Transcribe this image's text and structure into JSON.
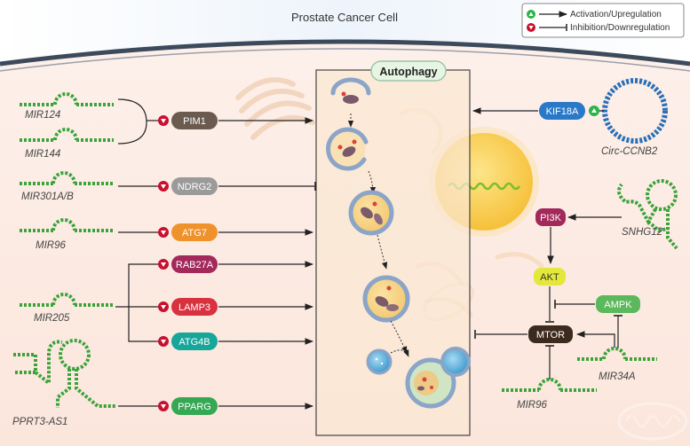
{
  "title": "Prostate Cancer Cell",
  "center_label": "Autophagy",
  "legend": {
    "activation": "Activation/Upregulation",
    "inhibition": "Inhibition/Downregulation"
  },
  "regulators": {
    "mir124": "MIR124",
    "mir144": "MIR144",
    "mir301": "MIR301A/B",
    "mir96_left": "MIR96",
    "mir205": "MIR205",
    "pprt3": "PPRT3-AS1",
    "circ": "Circ-CCNB2",
    "snhg12": "SNHG12",
    "mir34a": "MIR34A",
    "mir96_bottom": "MIR96"
  },
  "targets": {
    "pim1": "PIM1",
    "ndrg2": "NDRG2",
    "atg7": "ATG7",
    "rab27a": "RAB27A",
    "lamp3": "LAMP3",
    "atg4b": "ATG4B",
    "pparg": "PPARG",
    "kif18a": "KIF18A",
    "pi3k": "PI3K",
    "akt": "AKT",
    "ampk": "AMPK",
    "mtor": "MTOR"
  },
  "colors": {
    "pim1": "#6b5a4e",
    "ndrg2": "#9a9a9a",
    "atg7": "#f0922b",
    "rab27a": "#a3295a",
    "lamp3": "#d8313f",
    "atg4b": "#16a69a",
    "pparg": "#34a853",
    "kif18a": "#2a78c8",
    "pi3k": "#a3295a",
    "akt": "#e3e83a",
    "ampk": "#5cb85c",
    "mtor": "#3d2a1f",
    "activation": "#2bb34a",
    "inhibition": "#c8102e"
  }
}
